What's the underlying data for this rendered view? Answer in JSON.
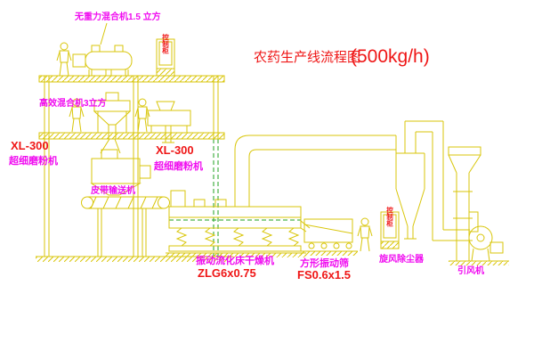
{
  "title": {
    "main": "农药生产线流程图",
    "capacity": "(500kg/h)"
  },
  "colors": {
    "line_yellow": "#d9c60a",
    "hidden_green": "#1fa11f",
    "label_magenta": "#f00df0",
    "label_red": "#ef1616",
    "background": "#ffffff"
  },
  "labels": {
    "top_mixer": "无重力混合机1.5 立方",
    "mixer2": "高效混合机3立方",
    "mill_left_model": "XL-300",
    "mill_left_name": "超细磨粉机",
    "mill_mid_model": "XL-300",
    "mill_mid_name": "超细磨粉机",
    "belt_conveyor": "皮带输送机",
    "dryer_name": "振动流化床干燥机",
    "dryer_model": "ZLG6x0.75",
    "sieve_name": "方形振动筛",
    "sieve_model": "FS0.6x1.5",
    "cyclone": "旋风除尘器",
    "fan": "引风机"
  },
  "cabinets": {
    "cabinet1_text": "控制柜",
    "cabinet2_text": "控制柜"
  }
}
